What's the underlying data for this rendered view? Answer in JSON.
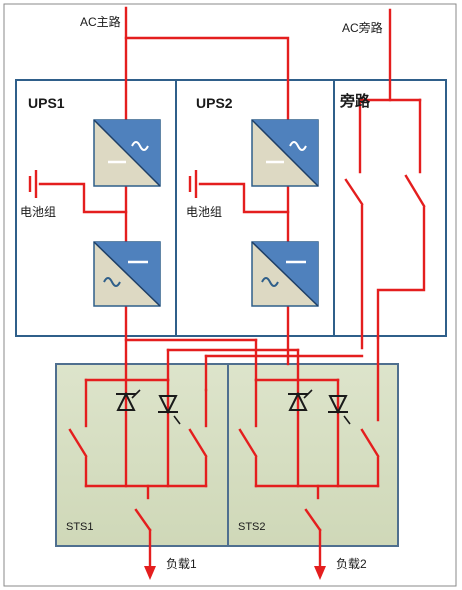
{
  "labels": {
    "ac_main": "AC主路",
    "ac_bypass": "AC旁路",
    "ups1": "UPS1",
    "ups2": "UPS2",
    "bypass": "旁路",
    "battery1": "电池组",
    "battery2": "电池组",
    "sts1": "STS1",
    "sts2": "STS2",
    "load1": "负载1",
    "load2": "负载2"
  },
  "colors": {
    "wire": "#e41e1e",
    "panel_border": "#2f5f8a",
    "sts_fill": "#d7dfc4",
    "sts_border": "#4f6f8f",
    "converter_blue": "#4f81bd",
    "converter_beige": "#ddd9c3"
  },
  "icons": {
    "rectifier": "ac-to-dc-converter",
    "inverter": "dc-to-ac-converter",
    "battery": "battery-icon",
    "thyristor": "thyristor-icon",
    "switch": "switch-icon"
  }
}
